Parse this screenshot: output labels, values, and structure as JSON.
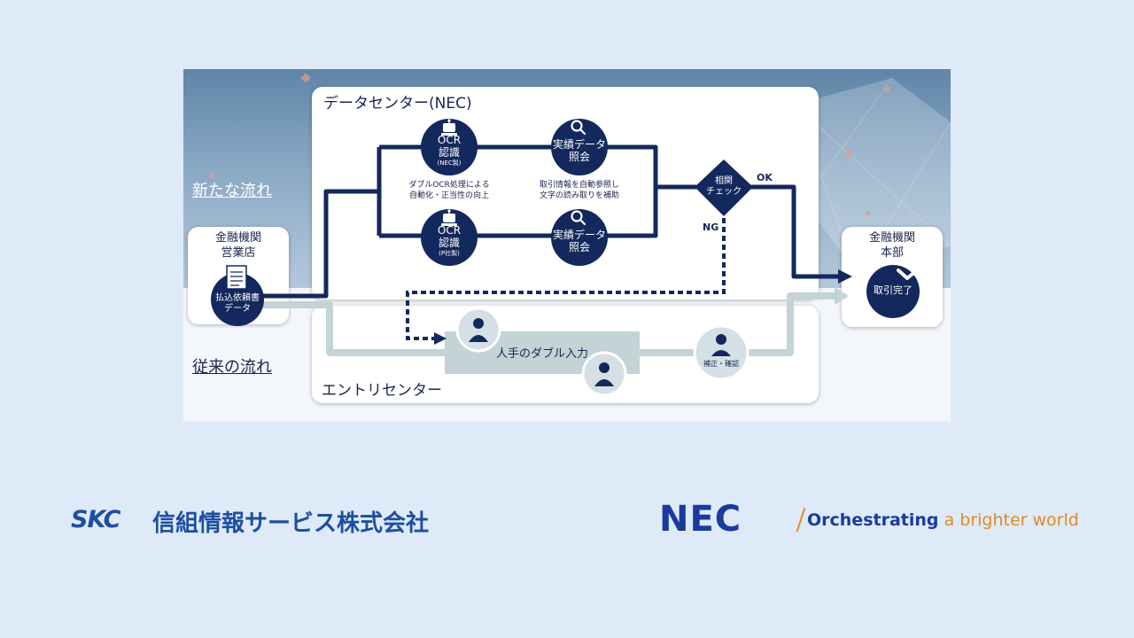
{
  "diagram": {
    "new_flow_label": "新たな流れ",
    "old_flow_label": "従来の流れ",
    "datacenter": {
      "title": "データセンター(NEC)",
      "ocr_top": {
        "line1": "OCR",
        "line2": "認識",
        "sub": "(NEC製)"
      },
      "ocr_bottom": {
        "line1": "OCR",
        "line2": "認識",
        "sub": "(P社製)"
      },
      "ocr_desc": {
        "line1": "ダブルOCR処理による",
        "line2": "自動化・正当性の向上"
      },
      "ref_top": {
        "line1": "実績データ",
        "line2": "照会"
      },
      "ref_bottom": {
        "line1": "実績データ",
        "line2": "照会"
      },
      "ref_desc": {
        "line1": "取引情報を自動参照し",
        "line2": "文字の読み取りを補助"
      },
      "check": {
        "line1": "相関",
        "line2": "チェック"
      },
      "ok_label": "OK",
      "ng_label": "NG"
    },
    "branch": {
      "line1": "金融機関",
      "line2": "営業店",
      "circle_line1": "払込依頼書",
      "circle_line2": "データ"
    },
    "hq": {
      "line1": "金融機関",
      "line2": "本部",
      "circle_label": "取引完了"
    },
    "entry": {
      "title": "エントリセンター",
      "manual_label": "人手のダブル入力",
      "correct_label": "補正・確認"
    }
  },
  "footer": {
    "skc_logo": "SKC",
    "skc_company": "信組情報サービス株式会社",
    "nec_logo": "NEC",
    "tagline_part1": "Orchestrating",
    "tagline_part2": "a brighter world"
  },
  "colors": {
    "navy": "#13285c",
    "light_flow": "#c3d3d6",
    "nec_blue": "#1a3aa0",
    "accent_orange": "#e08a25",
    "skc_blue": "#1d4fa0"
  }
}
